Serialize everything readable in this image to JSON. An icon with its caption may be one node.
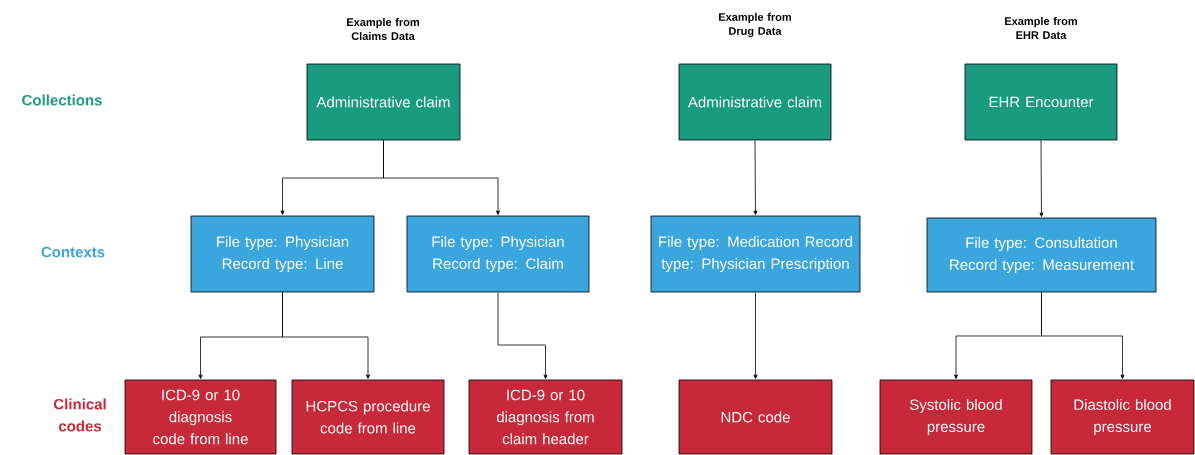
{
  "diagram": {
    "nodes": [
      {
        "text": [
          "Administrative claim"
        ]
      },
      {
        "text": [
          "Administrative claim"
        ]
      },
      {
        "text": [
          "EHR Encounter"
        ]
      },
      {
        "text": [
          "File type:  Physician Record type: Line"
        ]
      },
      {
        "text": [
          "File type:  Physician Record type: Claim"
        ]
      },
      {
        "text": [
          "File type:  Medication Record type: Physician Prescription"
        ]
      },
      {
        "text": [
          "File type: Consultation Record type: Measurement"
        ]
      },
      {
        "text": [
          "ICD-9 or 10 diagnosis code from line"
        ]
      },
      {
        "text": [
          "HCPCS procedure code from line"
        ]
      },
      {
        "text": [
          "ICD-9 or 10 diagnosis from claim header"
        ]
      },
      {
        "text": [
          "NDC code"
        ]
      },
      {
        "text": [
          "Systolic blood pressure"
        ]
      },
      {
        "text": [
          "Diastolic blood pressure"
        ]
      }
    ],
    "edges": [
      {
        "from": 0,
        "to": 3,
        "arrow": "to"
      },
      {
        "from": 0,
        "to": 4,
        "arrow": "to"
      },
      {
        "from": 1,
        "to": 5,
        "arrow": "to"
      },
      {
        "from": 2,
        "to": 6,
        "arrow": "to"
      },
      {
        "from": 3,
        "to": 7,
        "arrow": "to"
      },
      {
        "from": 3,
        "to": 8,
        "arrow": "to"
      },
      {
        "from": 4,
        "to": 9,
        "arrow": "to"
      },
      {
        "from": 5,
        "to": 10,
        "arrow": "to"
      },
      {
        "from": 6,
        "to": 11,
        "arrow": "to"
      },
      {
        "from": 6,
        "to": 12,
        "arrow": "to"
      }
    ],
    "labels": [
      "Example from Claims Data",
      "Example from Drug Data",
      "Example from EHR Data",
      "Collections",
      "Contexts",
      "Clinical codes"
    ]
  }
}
